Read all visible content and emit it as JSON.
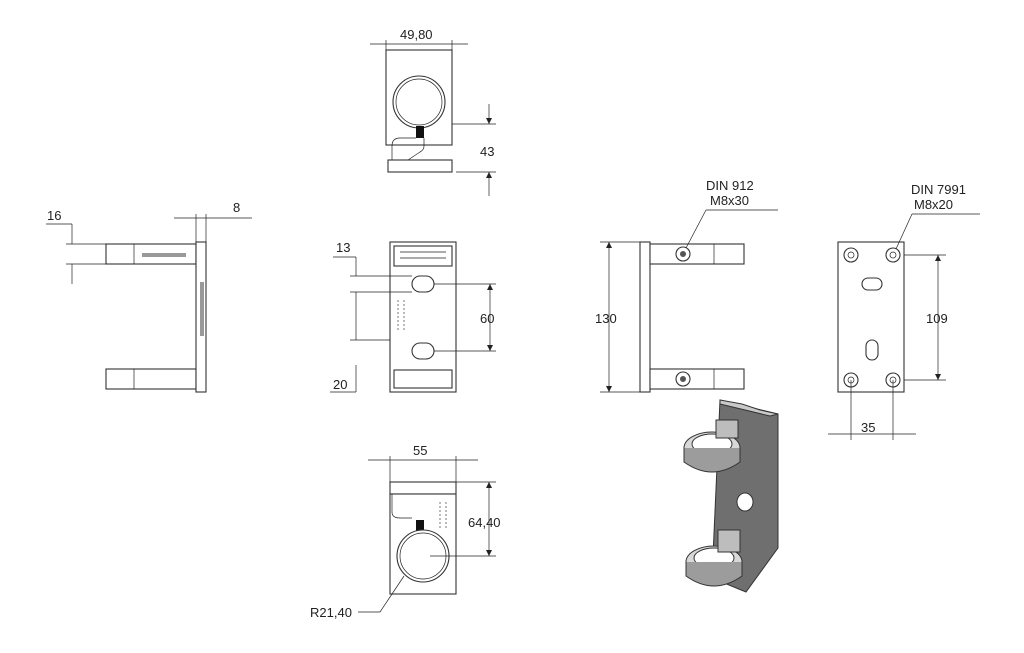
{
  "dimensions": {
    "top_width": "49,80",
    "top_height": "43",
    "side_thickness": "16",
    "side_plate": "8",
    "front_slot": "13",
    "front_spacing": "60",
    "front_edge": "20",
    "overall_height": "130",
    "hole_spacing_v": "109",
    "hole_spacing_h": "35",
    "bottom_width": "55",
    "bottom_height": "64,40",
    "radius": "R21,40"
  },
  "callouts": {
    "screw_std": "DIN 912",
    "screw_size": "M8x30",
    "washer_std": "DIN 7991",
    "washer_size": "M8x20"
  },
  "colors": {
    "line": "#222222",
    "metal_light": "#c9c9c9",
    "metal_dark": "#6f6f6f"
  }
}
